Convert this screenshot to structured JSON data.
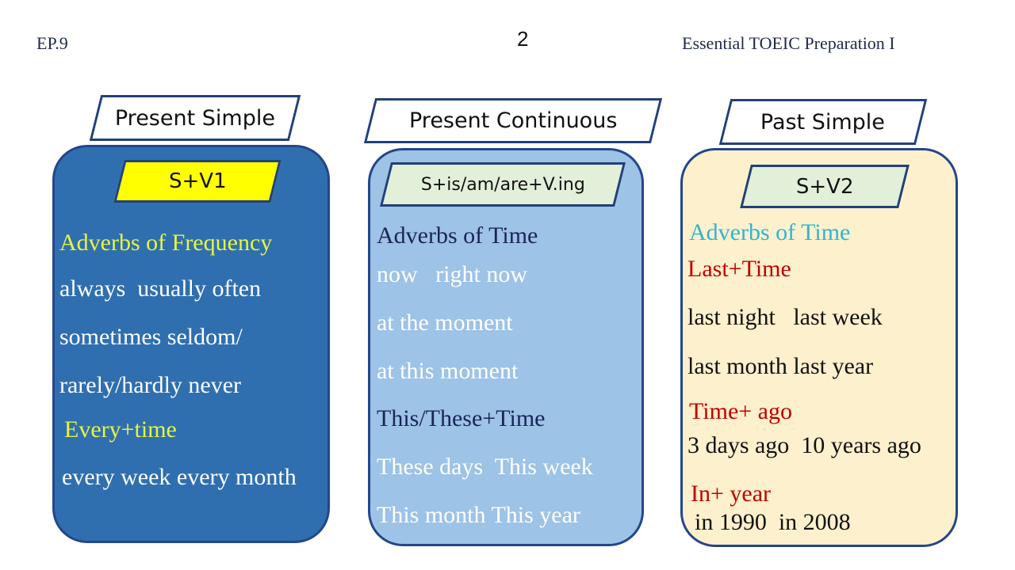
{
  "header": {
    "episode": "EP.9",
    "page_number": "2",
    "course_title": "Essential TOEIC Preparation I"
  },
  "colors": {
    "panel_present_simple": "#2f6fb0",
    "panel_present_continuous": "#9dc3e6",
    "panel_past_simple": "#fdf0cc",
    "border": "#24468a",
    "formula_yellow": "#ffff00",
    "formula_green": "#e2efd9",
    "yellow_text": "#e6f542",
    "dark_navy_text": "#1b2458",
    "cyan_text": "#2fb5d5",
    "red_text": "#c00000"
  },
  "columns": [
    {
      "title": "Present Simple",
      "formula": "S+V1",
      "lines": [
        {
          "text": "Adverbs of Frequency",
          "type": "heading"
        },
        {
          "text": "always  usually often",
          "type": "item"
        },
        {
          "text": "sometimes seldom/",
          "type": "item"
        },
        {
          "text": "rarely/hardly never",
          "type": "item"
        },
        {
          "text": "Every+time",
          "type": "heading"
        },
        {
          "text": "every week every month",
          "type": "item"
        }
      ]
    },
    {
      "title": "Present Continuous",
      "formula": "S+is/am/are+V.ing",
      "lines": [
        {
          "text": "Adverbs of Time",
          "type": "heading"
        },
        {
          "text": "now   right now",
          "type": "item"
        },
        {
          "text": "at the moment",
          "type": "item"
        },
        {
          "text": "at this moment",
          "type": "item"
        },
        {
          "text": "This/These+Time",
          "type": "heading"
        },
        {
          "text": "These days  This week",
          "type": "item"
        },
        {
          "text": "This month This year",
          "type": "item"
        }
      ]
    },
    {
      "title": "Past Simple",
      "formula": "S+V2",
      "lines": [
        {
          "text": "Adverbs of Time",
          "type": "heading"
        },
        {
          "text": "Last+Time",
          "type": "subheading"
        },
        {
          "text": "last night   last week",
          "type": "item"
        },
        {
          "text": "last month last year",
          "type": "item"
        },
        {
          "text": "Time+ ago",
          "type": "subheading"
        },
        {
          "text": "3 days ago  10 years ago",
          "type": "item"
        },
        {
          "text": "In+ year",
          "type": "subheading"
        },
        {
          "text": "in 1990  in 2008",
          "type": "item"
        }
      ]
    }
  ]
}
